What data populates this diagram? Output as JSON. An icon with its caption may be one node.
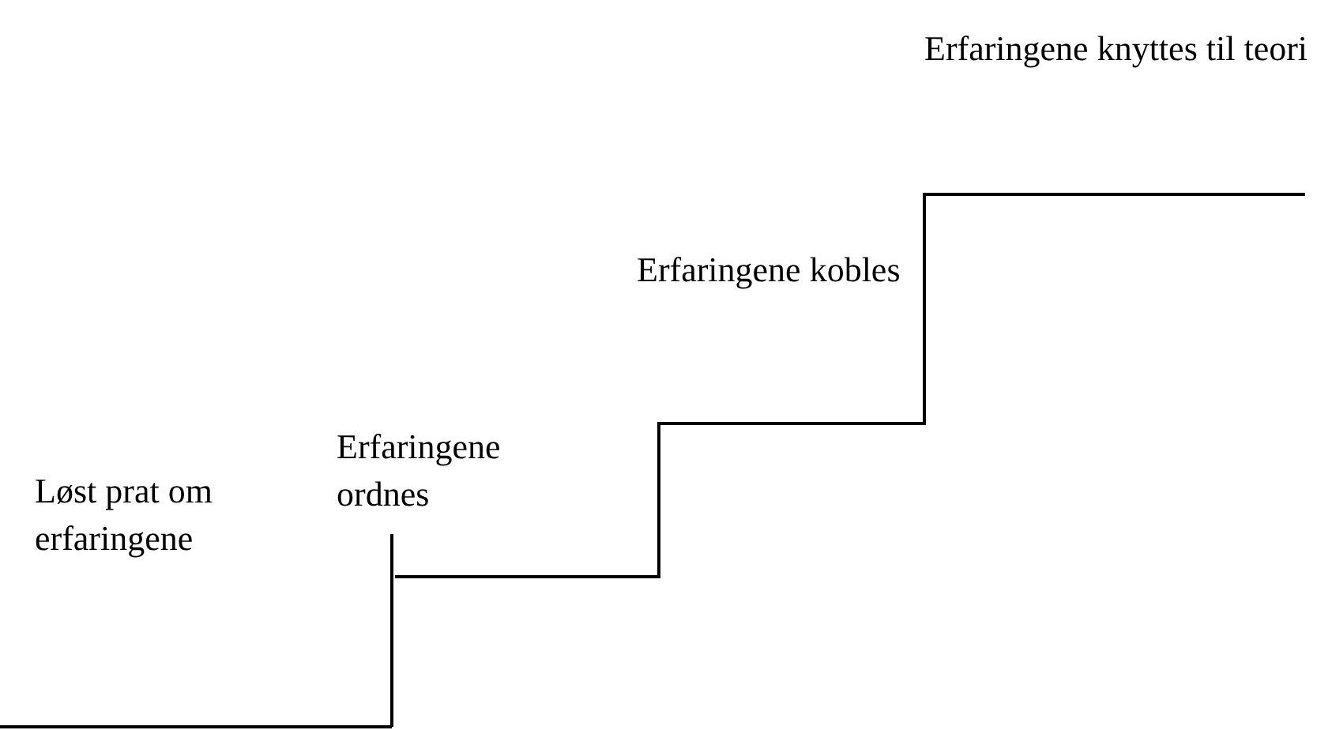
{
  "diagram": {
    "labels": [
      "Løst prat om erfaringene",
      "Erfaringene ordnes",
      "Erfaringene kobles",
      "Erfaringene knyttes til teori"
    ]
  }
}
